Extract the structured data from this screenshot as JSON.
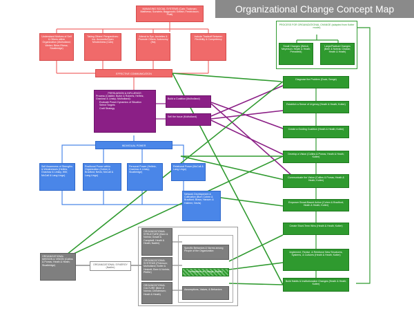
{
  "title": "Organizational Change Concept Map",
  "colors": {
    "red": "#f06a6a",
    "purple": "#8b1f86",
    "blue": "#4a86e8",
    "green": "#2f9a2f",
    "gray": "#7f7f7f"
  },
  "red": {
    "top": "MANAGING SOCIAL SYSTEMS (Cain; Tuckman; Matthews; Sunstein; Baggusoki; Gellish; Fredrickson; Pratt)",
    "boxes": [
      "Understand Motives of Self & Others within Organization (Mulholland; Weber; Birke-Rhess; Sloatbridge)",
      "Taking Others' Perspectives: Inc. Accounts/Open Mindedness (Cain)",
      "Attend to Sys. Anxieties & Promote Others' Autonomy (Ha)",
      "Include Tradeoff Between Flexibility & Competency"
    ],
    "bottom": "EFFECTIVE COMMUNICATION"
  },
  "purple": {
    "main_title": "PERSUASION & INFLUENCE:",
    "main_text": "Process (Cialdini; Burke & Roberts; Heifetz, Grashow & Linsky; Mulholland):",
    "main_bullets": [
      "Evaluate Power Dynamics of Situation",
      "Select Targets",
      "Craft Strategy"
    ],
    "coalition": "Build a Coalition (Mulholland)",
    "sell": "Sell the Issue (Mulholland)"
  },
  "blue": {
    "top": "INDIVIDUAL POWER",
    "boxes": [
      "Self Awareness of Strengths & Weaknesses (Heifetz, Grashow & Linsky, Wilt; McCall & Lang Lingo)",
      "Positional Power within Organization (Cohen & Bradford; Nevis; McCall & Lang Lingo)",
      "Personal Power (Heifetz, Grashow & Linsky; Sloatbridge)",
      "Relational Power (McCall & Lang Lingo)"
    ],
    "network": "Network Development & Cultivation (Burt; Cohen & Bradford; Brass; Hansen & Halleen; Nevis)"
  },
  "green": {
    "top": "PROCESS FOR ORGANIZATIONAL CHANGE (adapted from Kotter model)",
    "small": "Small Changes (Weick; Meyerson; Heath & Heath; Pressfield)",
    "large": "Large/Radical Changes (Beer & Nohria; Charan; Heath & Heath)",
    "steps": [
      "Diagnose the Problem (Duck; Senge)",
      "Establish a Sense of Urgency (Heath & Heath; Kotter)",
      "Create a Guiding Coalition (Heath & Heath; Kotter)",
      "Develop a Vision (Collins & Porras; Heath & Heath; Kotter)",
      "Communicate the Vision (Collins & Porras; Heath & Heath; Kotter)",
      "Empower Broad-Based Action (Cohen & Bradford; Heath & Heath; Kotter)",
      "Create Short-Term Wins (Heath & Heath; Kotter)",
      "Implement, Revise, & Reinforce New Structures, Systems, & Cultures (Heath & Heath; Kotter)",
      "Build Habits & Institutionalize Changes (Heath & Heath; Kotter)"
    ]
  },
  "gray": {
    "vision": "ORGANIZATIONAL MISSION & VISION (Collins & Porras; Heath & Heath; Sloatbridge)",
    "synergy": "ORGANIZATIONAL SYNERGY (Nadler)",
    "structure": "ORGANIZATIONAL STRUCTURE (Beer & Nohria; Gosall & Campbell; Heath & Heath; Nadler)",
    "systems": "ORGANIZATIONAL SYSTEMS (Peterson; Mulholland; Butler & Heskett; Beer & Nohria; Pfeffer)",
    "culture": "ORGANIZATIONAL CULTURE (Beer & Nohria; Christensen; Heath & Heath)",
    "behaviors": "Specific Behaviors & Norms among People of the Organization",
    "percentages": "Perceptions of Change (Kotter)",
    "assumptions": "Assumptions, Values, & Behaviors"
  }
}
